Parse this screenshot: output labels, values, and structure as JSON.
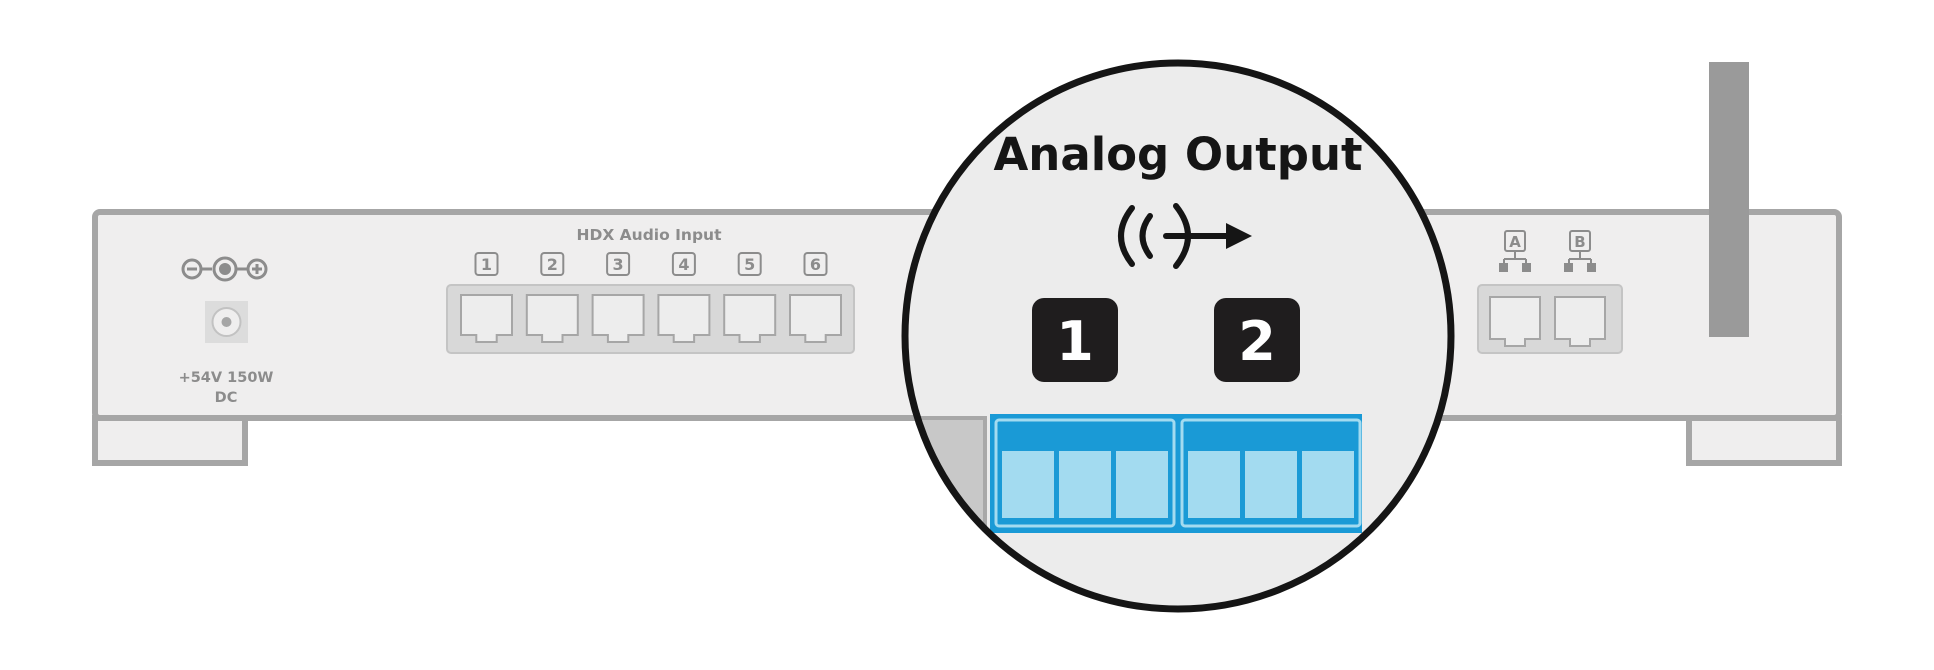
{
  "power": {
    "symbol_icon": "dc-polarity-icon",
    "label_line1": "+54V 150W",
    "label_line2": "DC"
  },
  "hdx_audio_input": {
    "title": "HDX Audio Input",
    "ports": [
      "1",
      "2",
      "3",
      "4",
      "5",
      "6"
    ]
  },
  "network": {
    "ports": [
      "A",
      "B"
    ],
    "icon": "network-icon"
  },
  "callout": {
    "title": "Analog Output",
    "icon": "analog-output-icon",
    "outputs": [
      "1",
      "2"
    ]
  },
  "colors": {
    "chassis": "#efeeee",
    "outline": "#a6a6a6",
    "port_panel": "#d8d8d8",
    "terminal_blue": "#1a9ad6",
    "terminal_light": "#a3dbf0",
    "badge": "#1f1d1e",
    "antenna": "#9a9a9a"
  }
}
